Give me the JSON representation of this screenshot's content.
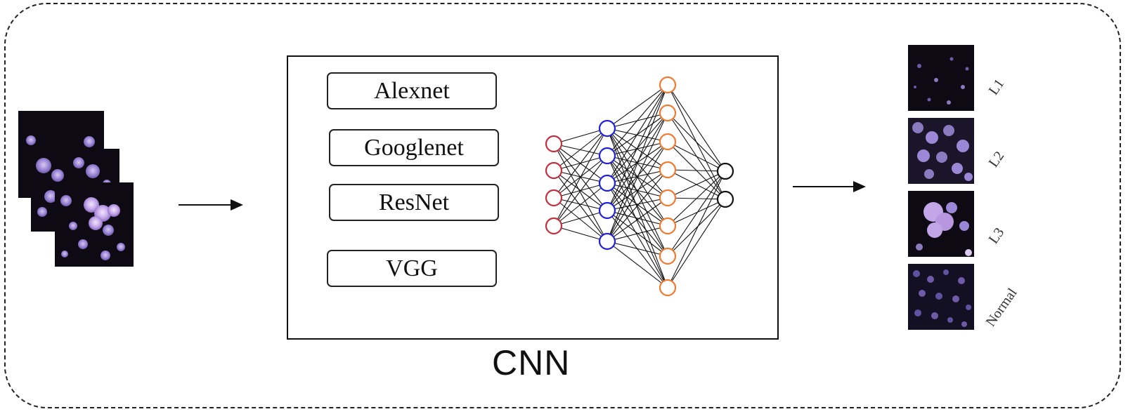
{
  "models": {
    "alexnet": "Alexnet",
    "googlenet": "Googlenet",
    "resnet": "ResNet",
    "vgg": "VGG"
  },
  "cnn_label": "CNN",
  "outputs": {
    "l1": "L1",
    "l2": "L2",
    "l3": "L3",
    "normal": "Normal"
  },
  "colors": {
    "input_layer": "#c0303e",
    "hidden_layer_1": "#1f1fe0",
    "hidden_layer_2": "#f07a30",
    "output_layer": "#111111",
    "cell_dark": "#0d0a14",
    "cell_purple": "#9b87d6"
  },
  "icons": {
    "input_stack": "microscopy-image-stack",
    "network": "neural-network-diagram",
    "arrow": "arrow-right-icon"
  }
}
